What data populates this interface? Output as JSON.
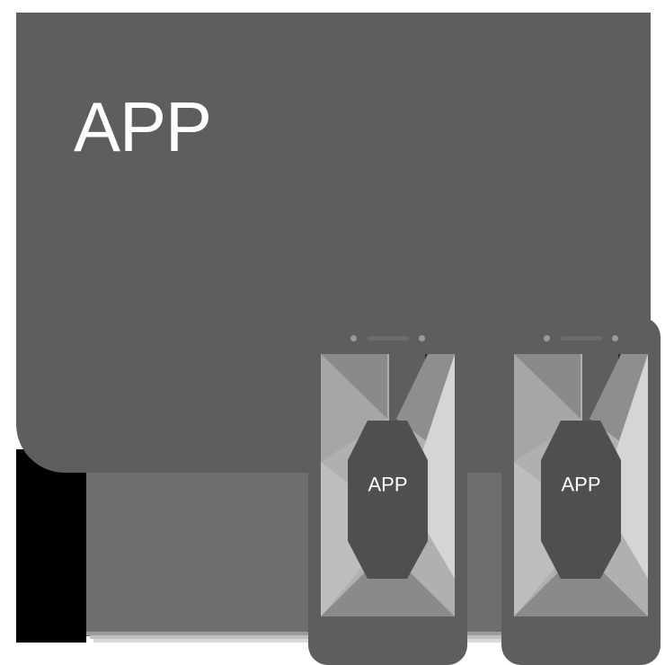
{
  "illustration": {
    "kind": "flat-app-promo-illustration",
    "title": "APP",
    "palette": {
      "card_dark": "#5e5e5e",
      "backdrop_mid": "#6e6e6e",
      "backdrop_light": "#aaaaaa",
      "screen_light": "#d5d5d5",
      "screen_mid": "#b0b0b0",
      "screen_shade": "#8a8a8a",
      "shadow_black": "#000000",
      "text_white": "#ffffff",
      "page_background": "#ffffff"
    }
  },
  "app_card": {
    "title": "APP",
    "background_color": "#5e5e5e",
    "text_color": "#ffffff"
  },
  "backdrop_panel": {
    "name": "device-backdrop-panel",
    "base_color": "#6e6e6e",
    "highlight_color": "#aaaaaa",
    "edge_color": "#c9c9c9"
  },
  "devices": [
    {
      "name": "phone-left",
      "screen_label": "APP",
      "body_color": "#5e5e5e",
      "screen_base_color": "#b0b0b0",
      "has_speaker": true,
      "has_camera": true,
      "has_home_button": true
    },
    {
      "name": "phone-right",
      "screen_label": "APP",
      "body_color": "#5e5e5e",
      "screen_base_color": "#b0b0b0",
      "has_speaker": true,
      "has_camera": true,
      "has_home_button": true
    }
  ],
  "shadow_block": {
    "name": "drop-shadow-block",
    "color": "#000000"
  }
}
